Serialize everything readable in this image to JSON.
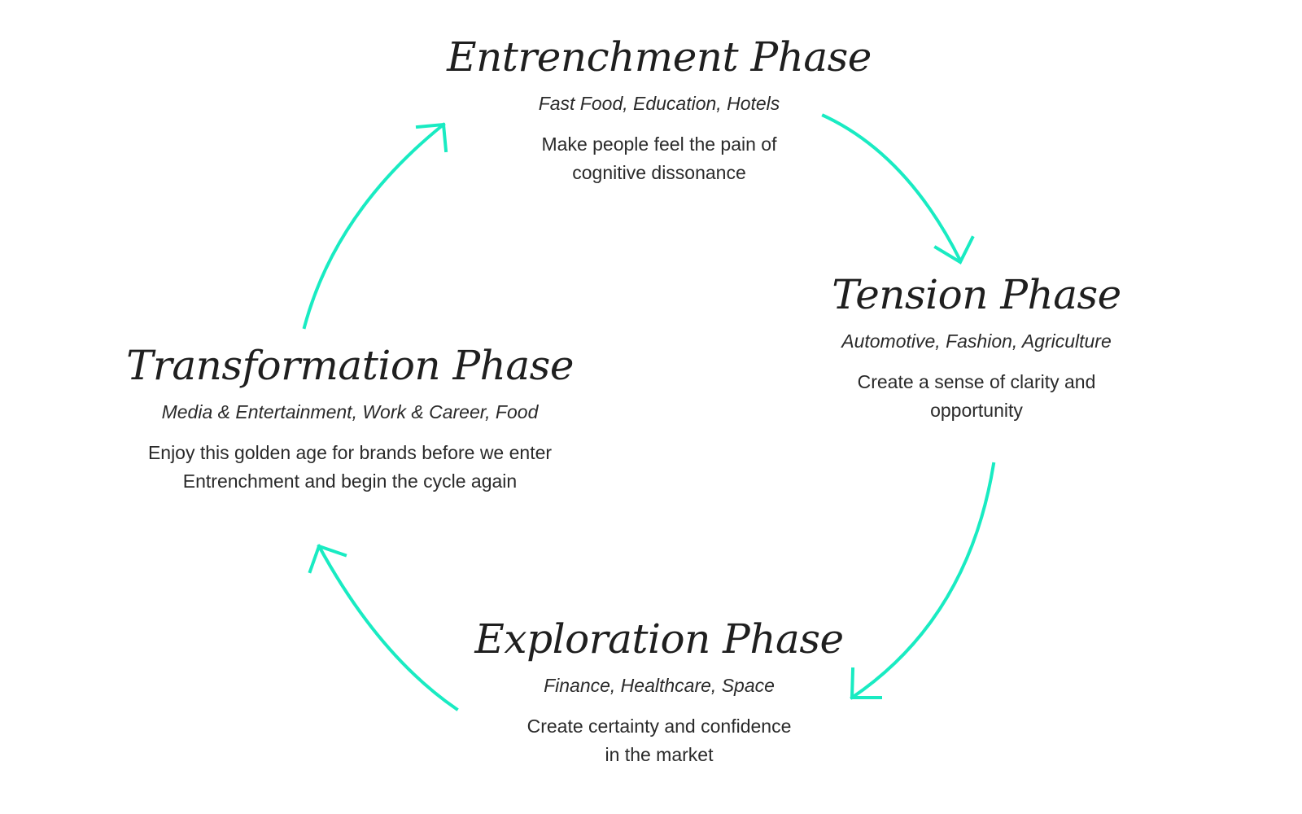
{
  "diagram": {
    "accent_color": "#19ebc2",
    "arrow_icon": "curved-arrow-icon",
    "phases": [
      {
        "title": "Entrenchment Phase",
        "industries": "Fast Food, Education, Hotels",
        "description_lines": [
          "Make people feel the pain of",
          "cognitive dissonance"
        ]
      },
      {
        "title": "Tension Phase",
        "industries": "Automotive, Fashion, Agriculture",
        "description_lines": [
          "Create a sense of clarity and",
          "opportunity"
        ]
      },
      {
        "title": "Exploration Phase",
        "industries": "Finance, Healthcare, Space",
        "description_lines": [
          "Create certainty and confidence",
          "in the market"
        ]
      },
      {
        "title": "Transformation Phase",
        "industries": "Media & Entertainment, Work & Career, Food",
        "description_lines": [
          "Enjoy this golden age for brands before we enter",
          "Entrenchment and begin the cycle again"
        ]
      }
    ]
  }
}
